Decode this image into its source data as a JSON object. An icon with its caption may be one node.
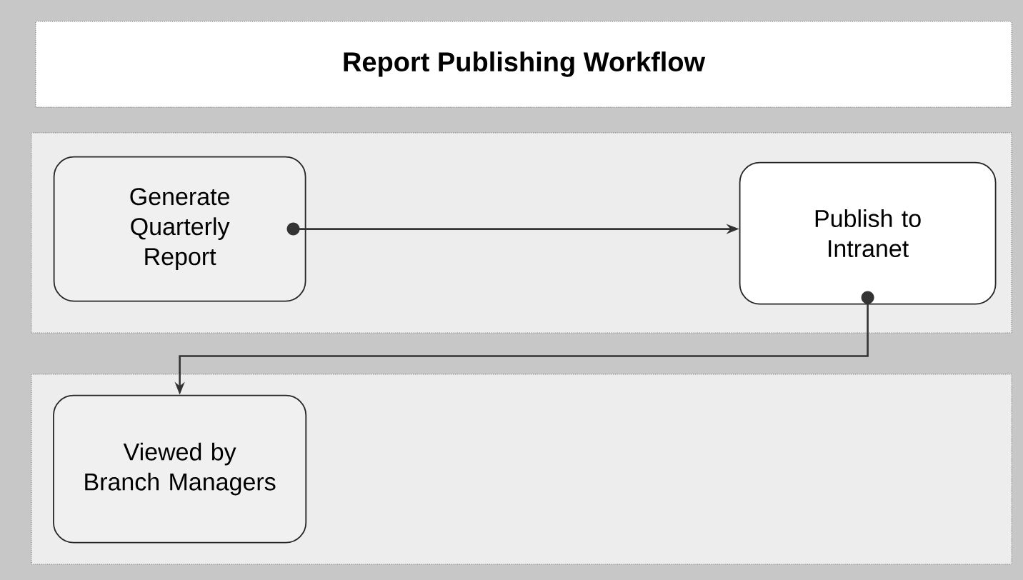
{
  "diagram": {
    "title": "Report Publishing Workflow",
    "nodes": [
      {
        "text": [],
        "shape": "box"
      },
      {
        "text": [],
        "shape": "box"
      },
      {
        "text": [
          "Generate Quarterly Report"
        ],
        "in": 0
      },
      {
        "text": [
          "Publish to Intranet"
        ],
        "in": 0
      },
      {
        "text": [
          "Viewed by Branch Managers"
        ],
        "in": 1
      }
    ],
    "edges": [
      {
        "from": 2,
        "to": 3,
        "arrow": "to"
      },
      {
        "from": 3,
        "to": 4,
        "arrow": "to"
      }
    ]
  }
}
